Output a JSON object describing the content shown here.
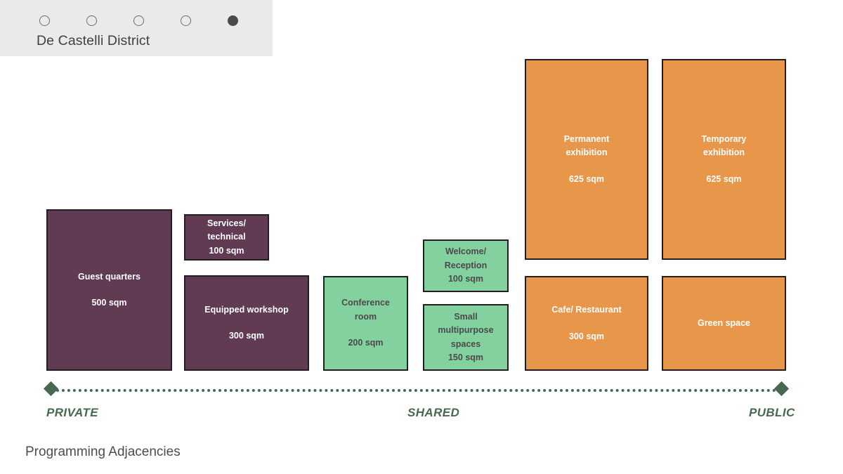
{
  "header": {
    "title": "De Castelli District",
    "dots": [
      {
        "name": "slide-dot-1",
        "active": false
      },
      {
        "name": "slide-dot-2",
        "active": false
      },
      {
        "name": "slide-dot-3",
        "active": false
      },
      {
        "name": "slide-dot-4",
        "active": false
      },
      {
        "name": "slide-dot-5",
        "active": true
      }
    ]
  },
  "caption": "Programming Adjacencies",
  "colors": {
    "private": "#613A54",
    "shared": "#84D1A0",
    "public": "#E8964A",
    "axis": "#46694F",
    "header_bg": "#eaeaea",
    "outline": "#231f20"
  },
  "axis": {
    "left_label": "PRIVATE",
    "mid_label": "SHARED",
    "right_label": "PUBLIC"
  },
  "blocks": [
    {
      "id": "guest-quarters",
      "name": "Guest quarters",
      "area": "500 sqm",
      "zone": "private"
    },
    {
      "id": "services-technical",
      "name": "Services/\ntechnical",
      "area": "100 sqm",
      "zone": "private"
    },
    {
      "id": "equipped-workshop",
      "name": "Equipped workshop",
      "area": "300 sqm",
      "zone": "private"
    },
    {
      "id": "conference-room",
      "name": "Conference\nroom",
      "area": "200 sqm",
      "zone": "shared"
    },
    {
      "id": "welcome-reception",
      "name": "Welcome/\nReception",
      "area": "100 sqm",
      "zone": "shared"
    },
    {
      "id": "small-multipurpose",
      "name": "Small\nmultipurpose\nspaces",
      "area": "150 sqm",
      "zone": "shared"
    },
    {
      "id": "permanent-exhibition",
      "name": "Permanent\nexhibition",
      "area": "625 sqm",
      "zone": "public"
    },
    {
      "id": "temporary-exhibition",
      "name": "Temporary\nexhibition",
      "area": "625 sqm",
      "zone": "public"
    },
    {
      "id": "cafe-restaurant",
      "name": "Cafe/ Restaurant",
      "area": "300 sqm",
      "zone": "public"
    },
    {
      "id": "green-space",
      "name": "Green space",
      "area": "",
      "zone": "public"
    }
  ]
}
